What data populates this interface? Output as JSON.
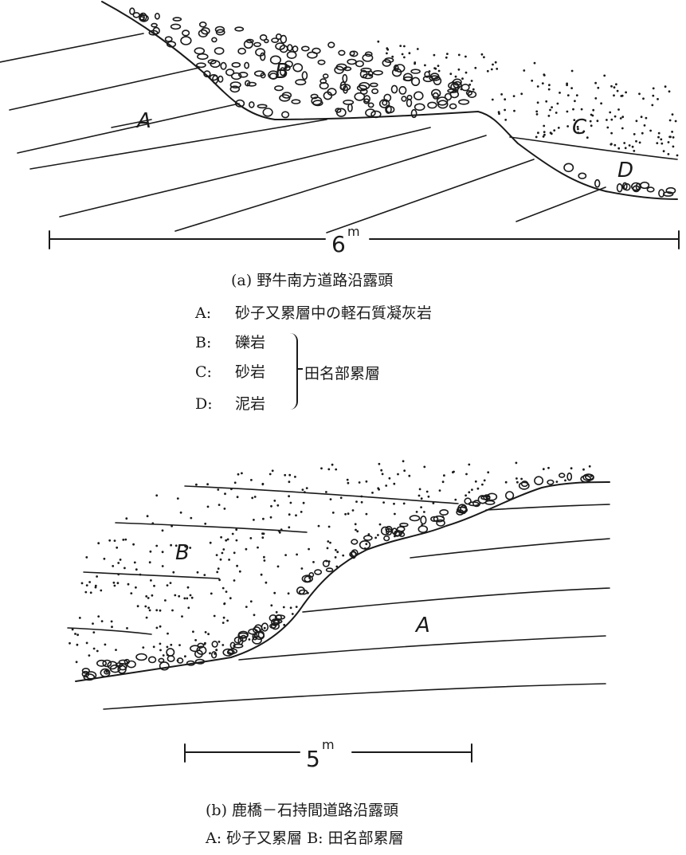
{
  "figure_a": {
    "labels": {
      "a": "A",
      "b": "B",
      "c": "C",
      "d": "D"
    },
    "scale": {
      "value": "6",
      "unit": "m"
    },
    "caption": "(a)  野牛南方道路沿露頭",
    "legend": [
      {
        "key": "A:",
        "text": "砂子又累層中の軽石質凝灰岩"
      },
      {
        "key": "B:",
        "text": "礫岩"
      },
      {
        "key": "C:",
        "text": "砂岩"
      },
      {
        "key": "D:",
        "text": "泥岩"
      }
    ],
    "group_label": "田名部累層"
  },
  "figure_b": {
    "labels": {
      "a": "A",
      "b": "B"
    },
    "scale": {
      "value": "5",
      "unit": "m"
    },
    "caption": "(b)  鹿橋－石持間道路沿露頭",
    "legend": "A:  砂子又累層    B:  田名部累層"
  }
}
